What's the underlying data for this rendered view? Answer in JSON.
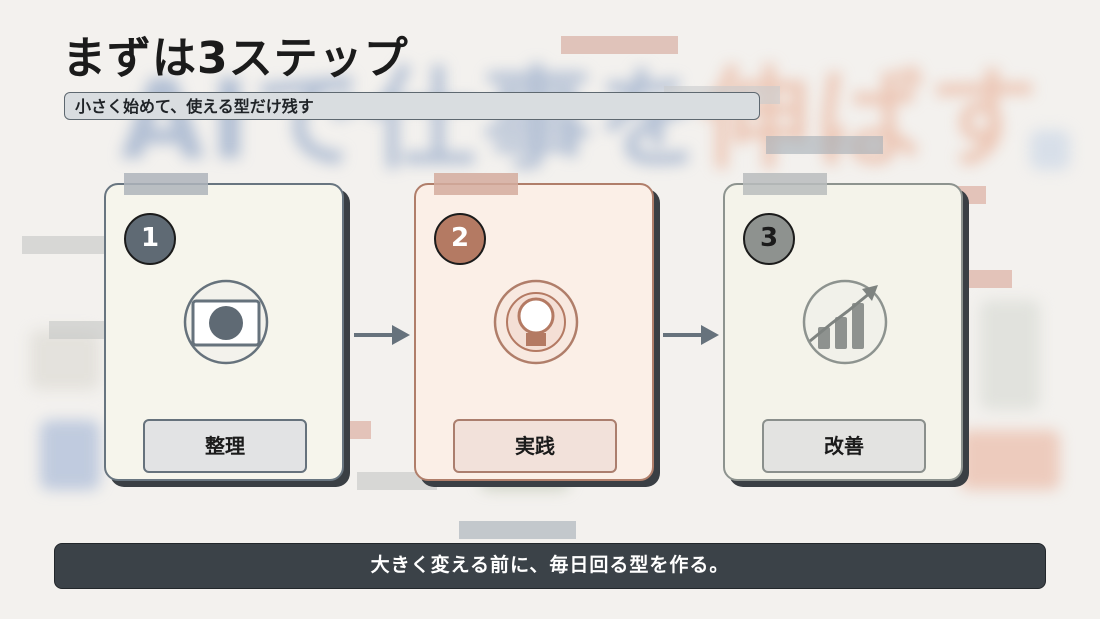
{
  "header": {
    "title": "まずは3ステップ",
    "subtitle": "小さく始めて、使える型だけ残す"
  },
  "steps": [
    {
      "number": "1",
      "label": "整理",
      "icon": "id-card-icon",
      "accent": "#5f6a74"
    },
    {
      "number": "2",
      "label": "実践",
      "icon": "lightbulb-icon",
      "accent": "#b47a63"
    },
    {
      "number": "3",
      "label": "改善",
      "icon": "growth-chart-icon",
      "accent": "#8e928f"
    }
  ],
  "footer": {
    "message": "大きく変える前に、毎日回る型を作る。"
  },
  "background": {
    "blurred_headline_left": "AIで仕事を",
    "blurred_headline_right": "伸ばす"
  }
}
